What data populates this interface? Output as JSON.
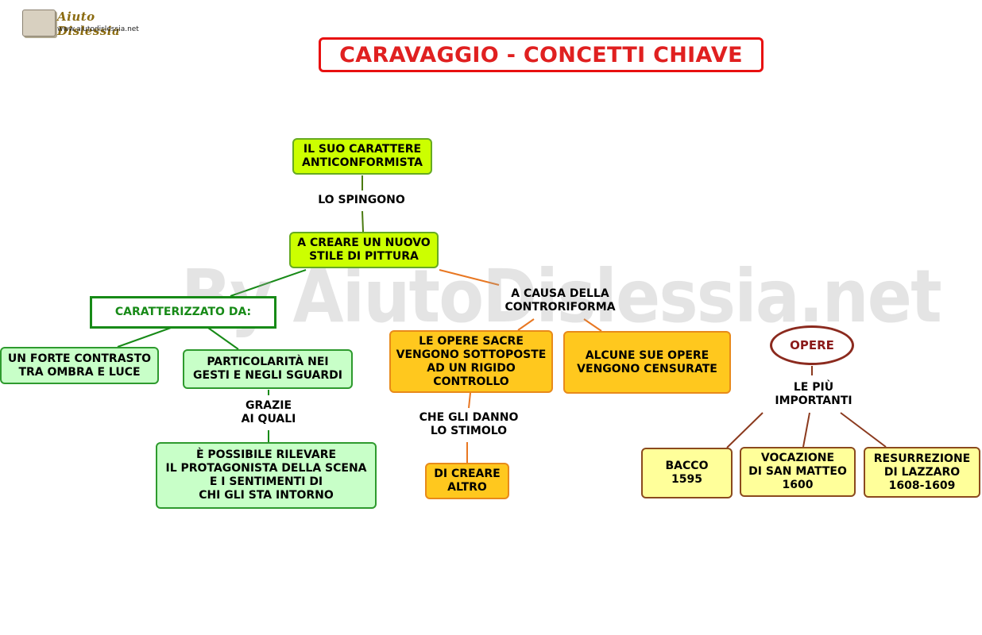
{
  "watermark": "By AiutoDislessia.net",
  "logo": {
    "name": "Aiuto Dislessia",
    "url": "www.aiutodislessia.net",
    "icon": "book-icon"
  },
  "title": "CARAVAGGIO - CONCETTI CHIAVE",
  "nodes": {
    "carattere": "IL SUO CARATTERE\nANTICONFORMISTA",
    "nuovo_stile": "A CREARE UN NUOVO\nSTILE DI PITTURA",
    "caratterizzato": "CARATTERIZZATO DA:",
    "contrasto": "UN FORTE CONTRASTO\nTRA OMBRA E LUCE",
    "particolarita": "PARTICOLARITÀ NEI\nGESTI E NEGLI SGUARDI",
    "rilevare": "È POSSIBILE RILEVARE\nIL PROTAGONISTA DELLA SCENA\nE I SENTIMENTI DI\nCHI GLI STA INTORNO",
    "opere_sacre": "LE OPERE SACRE\nVENGONO SOTTOPOSTE\nAD UN RIGIDO\nCONTROLLO",
    "censurate": "ALCUNE SUE OPERE\nVENGONO CENSURATE",
    "creare_altro": "DI CREARE\nALTRO",
    "opere": "OPERE",
    "bacco": "BACCO\n1595",
    "vocazione": "VOCAZIONE\nDI SAN MATTEO\n1600",
    "resurrezione": "RESURREZIONE\nDI LAZZARO\n1608-1609"
  },
  "labels": {
    "spingono": "LO SPINGONO",
    "controriforma": "A CAUSA DELLA\nCONTRORIFORMA",
    "grazie": "GRAZIE\nAI QUALI",
    "stimolo": "CHE GLI DANNO\nLO STIMOLO",
    "importanti": "LE PIÙ\nIMPORTANTI"
  },
  "colors": {
    "title_border": "#e81010",
    "lime_fill": "#ccff00",
    "mint_fill": "#c8ffc8",
    "orange_fill": "#ffc81e",
    "cream_fill": "#ffff9a",
    "green_line": "#178a17",
    "orange_line": "#e87722",
    "brown_line": "#8b3a1e",
    "olive_line": "#4a7a10"
  }
}
